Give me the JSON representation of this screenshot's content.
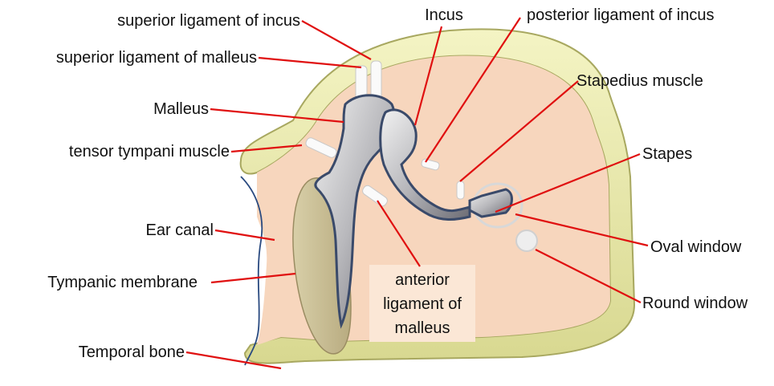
{
  "labels": {
    "superior_ligament_incus": "superior ligament of incus",
    "superior_ligament_malleus": "superior ligament of malleus",
    "malleus": "Malleus",
    "tensor_tympani": "tensor tympani muscle",
    "ear_canal": "Ear canal",
    "tympanic_membrane": "Tympanic membrane",
    "temporal_bone": "Temporal bone",
    "incus": "Incus",
    "posterior_ligament_incus": "posterior ligament of incus",
    "stapedius": "Stapedius muscle",
    "stapes": "Stapes",
    "oval_window": "Oval window",
    "round_window": "Round window",
    "anterior_ligament_line1": "anterior",
    "anterior_ligament_line2": "ligament of",
    "anterior_ligament_line3": "malleus"
  },
  "colors": {
    "bone_fill": "#e8e8a8",
    "bone_stroke": "#a8a860",
    "cavity_fill": "#f7d6bd",
    "membrane_fill": "#c9bd95",
    "ossicle_fill": "#b9bcc2",
    "ossicle_stroke": "#3a4a6a",
    "leader": "#e01010",
    "canal_line": "#2a4a80"
  }
}
